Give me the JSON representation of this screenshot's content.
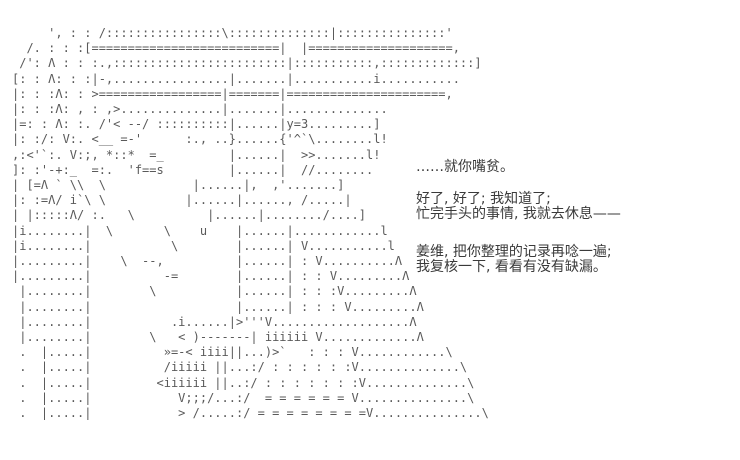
{
  "scene": {
    "background_color": "#ffffff",
    "art_color": "#5a5a5a",
    "text_color": "#3a3a3a"
  },
  "ascii_art": {
    "description": "shift-jis style ascii-art portrait of a character with long flowing hair on the left side of the screen",
    "lines": [
      "     ', : : /::::::::::::::::\\::::::::::::::|:::::::::::::::'",
      "  /. : : :[==========================|  |====================,",
      " /': Λ : : :.,::::::::::::::::::::::::|:::::::::::,:::::::::::::]",
      "[: : Λ: : :|-,................|.......|...........i...........",
      "|: : :Λ: : >=================|=======|======================,",
      "|: : :Λ: , : ,>..............|.......|..............",
      "|=: : Λ: :. /'< --/ ::::::::::|......|y=3.........]",
      "|: :/: V:. <__ =-'      :., ..}......{'^`\\........l!",
      ",:<'`:. V:;, *::*  =_         |......|  >>.......l!",
      "]: :'-+:_  =:.  'f==s         |......|  //........",
      "| [=Λ ` \\\\  \\            |......|,  ,'.......]",
      "|: :=Λ/ i`\\ \\           |......|......, /.....|",
      "| |:::::Λ/ :.   \\          |......|......../....]",
      "|i........|  \\       \\    u    |......|............l",
      "|i........|           \\        |......| V...........l",
      "|.........|    \\  --,          |......| : V..........Λ",
      "|.........|          -=        |......| : : V.........Λ",
      " |........|        \\           |......| : : :V.........Λ",
      " |........|                    |......| : : : V.........Λ",
      " |........|           .i......|>'''V...................Λ",
      " |........|        \\   < )-------| iiiiii V.............Λ",
      " .  |.....|          »=-< iiii||...)>`   : : : V............\\",
      " .  |.....|          /iiiii ||...:/ : : : : : :V..............\\",
      " .  |.....|         <iiiiii ||..:/ : : : : : : :V..............\\",
      " .  |.....|            V;;;/...:/  = = = = = = V...............\\",
      " .  |.....|            > /.....:/ = = = = = = = =V...............\\"
    ]
  },
  "dialogue": {
    "lines": [
      {
        "text": "……就你嘴贫。"
      },
      {
        "text": "好了, 好了; 我知道了;"
      },
      {
        "text": "忙完手头的事情, 我就去休息——"
      },
      {
        "text": "姜维, 把你整理的记录再唸一遍;"
      },
      {
        "text": "我复核一下, 看看有没有缺漏。"
      }
    ]
  }
}
